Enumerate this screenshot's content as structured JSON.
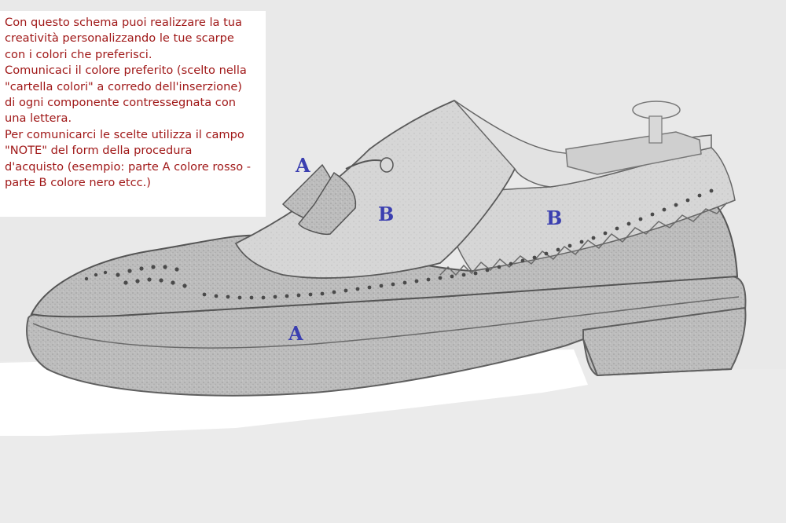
{
  "instructions": {
    "lines": [
      "Con questo schema puoi realizzare la tua",
      "creatività personalizzando le tue scarpe",
      "con i colori che preferisci.",
      "Comunicaci il colore preferito (scelto nella",
      "\"cartella colori\" a corredo dell'inserzione)",
      "di ogni componente contressegnata con",
      "una lettera.",
      "Per comunicarci le scelte utilizza il campo",
      "\"NOTE\" del form della procedura",
      "d'acquisto (esempio: parte A colore rosso -",
      "parte B colore nero etcc.)"
    ]
  },
  "labels": {
    "tassel": "A",
    "vamp": "B",
    "quarter": "B",
    "sole": "A"
  },
  "colors": {
    "background": "#e9e9e9",
    "instruction_text": "#a01818",
    "label_text": "#3b3fb0"
  }
}
